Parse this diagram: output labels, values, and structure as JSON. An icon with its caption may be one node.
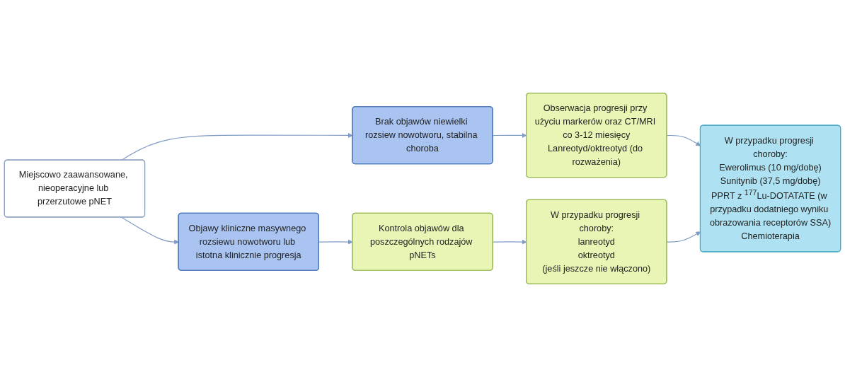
{
  "diagram": {
    "nodes": [
      {
        "text": [
          "Miejscowo zaawansowane, nieoperacyjne lub przerzutowe pNET"
        ]
      },
      {
        "text": [
          "Brak objawów niewielki rozsiew nowotworu, stabilna choroba"
        ]
      },
      {
        "text": [
          "Obserwacja progresji przy użyciu markerów oraz CT/MRI co 3-12 miesięcy",
          "Lanreotyd/oktreotyd (do rozważenia)"
        ]
      },
      {
        "text": [
          "Objawy kliniczne masywnego rozsiewu nowotworu lub istotna klinicznie progresja"
        ]
      },
      {
        "text": [
          "Kontrola objawów dla poszczególnych rodzajów pNETs"
        ]
      },
      {
        "text": [
          "W przypadku progresji choroby:",
          "lanreotyd",
          "oktreotyd",
          "(jeśli jeszcze nie włączono)"
        ]
      },
      {
        "text": [
          "W przypadku progresji choroby:",
          "Ewerolimus (10 mg/dobę)",
          "Sunitynib (37,5 mg/dobę)",
          "PPRT z $^{177}$Lu-DOTATATE (w przypadku dodatniego wyniku obrazowania receptorów SSA)",
          "Chemioterapia"
        ]
      }
    ],
    "edges": [
      {
        "from": 0,
        "to": 1,
        "arrow": "to"
      },
      {
        "from": 0,
        "to": 3,
        "arrow": "to"
      },
      {
        "from": 1,
        "to": 2,
        "arrow": "to"
      },
      {
        "from": 3,
        "to": 4,
        "arrow": "to"
      },
      {
        "from": 4,
        "to": 5,
        "arrow": "to"
      },
      {
        "from": 2,
        "to": 6,
        "arrow": "to"
      },
      {
        "from": 5,
        "to": 6,
        "arrow": "to"
      }
    ]
  }
}
